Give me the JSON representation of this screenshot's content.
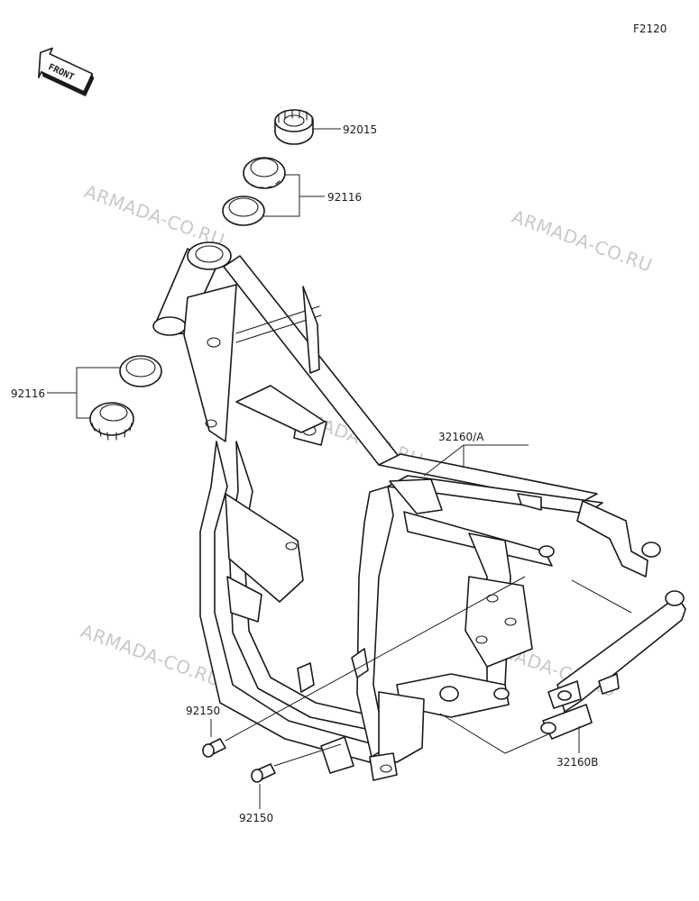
{
  "figure_code": "F2120",
  "front_badge": "FRONT",
  "watermark_text": "ARMADA-CO.RU",
  "labels": {
    "steering_nut": "92015",
    "upper_races": "92116",
    "lower_races": "92116",
    "frame": "32160/A",
    "frame_lower": "32160B",
    "bolt_upper": "92150",
    "bolt_lower": "92150"
  }
}
